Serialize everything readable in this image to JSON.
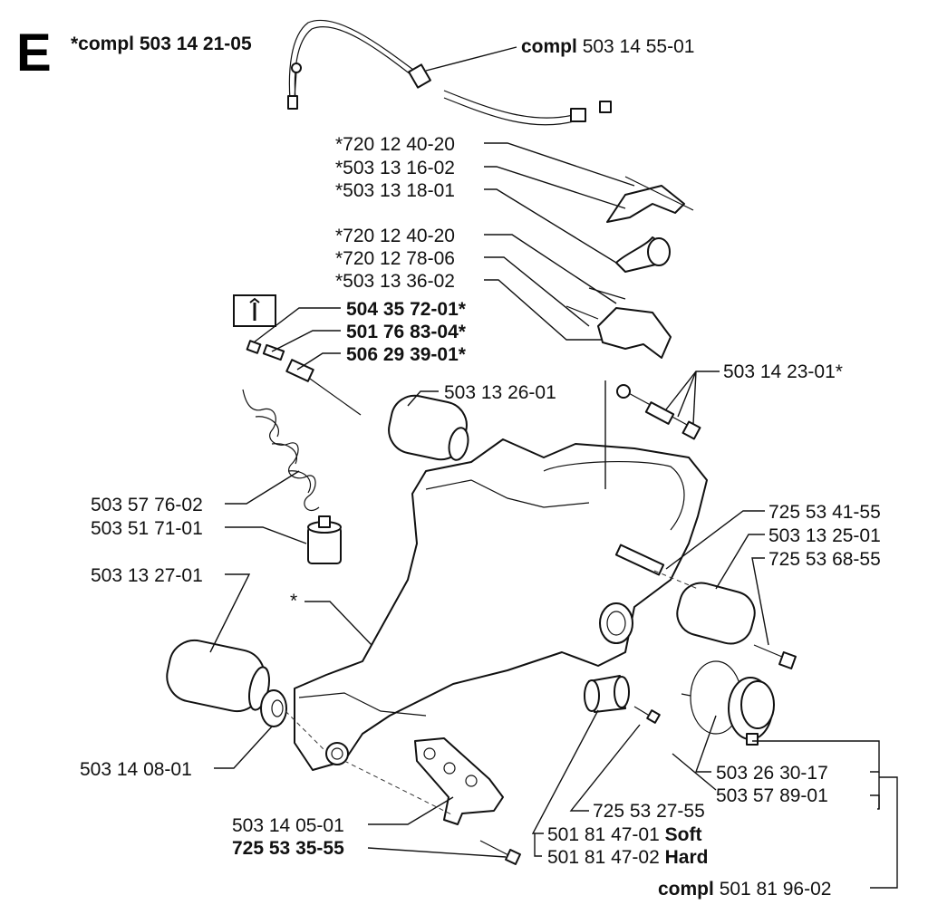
{
  "section_letter": "E",
  "labels": {
    "compl_main_prefix": "*compl",
    "compl_main_number": "503 14 21-05",
    "cable_prefix": "compl",
    "cable_number": "503 14 55-01",
    "p1": "*720 12 40-20",
    "p2": "*503 13 16-02",
    "p3": "*503 13 18-01",
    "p4": "*720 12 40-20",
    "p5": "*720 12 78-06",
    "p6": "*503 13 36-02",
    "tool1": "504 35 72-01*",
    "tool2": "501 76 83-04*",
    "tool3": "506 29 39-01*",
    "p7": "503 13 26-01",
    "p8": "503 14 23-01*",
    "p9": "503 57 76-02",
    "p10": "503 51 71-01",
    "p11": "725 53 41-55",
    "p12": "503 13 25-01",
    "p13": "725 53 68-55",
    "p14": "503 13 27-01",
    "star": "*",
    "p15": "503 14 08-01",
    "p16": "503 26 30-17",
    "p17": "503 57 89-01",
    "p18": "725 53 27-55",
    "p19": "503 14 05-01",
    "p20_number": "501 81 47-01",
    "p20_note": "Soft",
    "p21": "725 53 35-55",
    "p22_number": "501 81 47-02",
    "p22_note": "Hard",
    "compl_bottom_prefix": "compl",
    "compl_bottom_number": "501 81 96-02"
  },
  "icons": {
    "tool_box": "wrench-icon"
  }
}
